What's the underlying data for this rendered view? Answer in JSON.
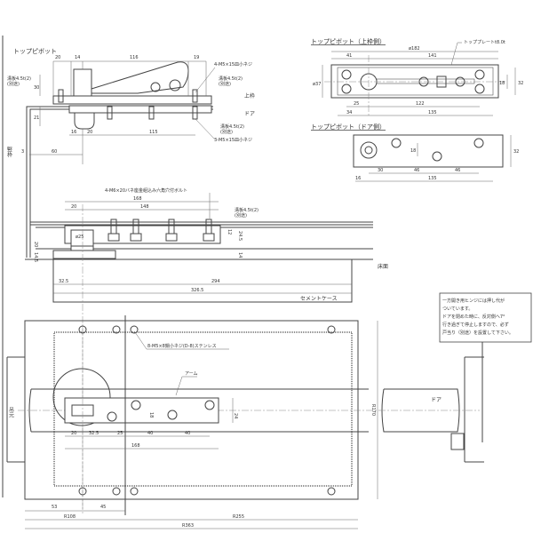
{
  "top_pivot": {
    "title": "トップピボット",
    "dims": {
      "d20": "20",
      "d14": "14",
      "d116": "116",
      "d19": "19",
      "d30": "30",
      "d21": "21",
      "d16": "16",
      "d20b": "20",
      "d115": "115",
      "d3": "3",
      "d60": "60"
    },
    "label_screw_top": "4-M5×15皿小ネジ",
    "label_shim": "溝板4.5t(2)",
    "label_shim_sub": "(別途)",
    "label_shim_left": "溝板4.5t(2)",
    "label_shim_left_sub": "(別途)",
    "label_upper_frame": "上枠",
    "label_door": "ドア",
    "label_shim_low": "溝板4.5t(2)",
    "label_shim_low_sub": "(別途)",
    "label_screw_bottom": "3-M5×15皿小ネジ",
    "label_jamb": "竪枠"
  },
  "top_pivot_frame_side": {
    "title": "トップピボット（上枠側）",
    "plate_label": "トッププレートt8.0t",
    "dims": {
      "d182": "ø182",
      "d41": "41",
      "d141": "141",
      "d37": "ø37",
      "d18": "18",
      "d32": "32",
      "d25": "25",
      "d122": "122",
      "d34": "34",
      "d135": "135"
    }
  },
  "top_pivot_door_side": {
    "title": "トップピボット（ドア側）",
    "dims": {
      "d30": "30",
      "d46a": "46",
      "d46b": "46",
      "d16": "16",
      "d135": "135",
      "d32": "32",
      "d18": "18"
    }
  },
  "section": {
    "bolt_label": "4-M6×20バネ座金組込み六角穴付ボルト",
    "shim_label": "溝板4.5t(2)",
    "shim_sub": "(別途)",
    "dims": {
      "d168": "168",
      "d20": "20",
      "d148": "148",
      "d25": "ø25",
      "d20v": "20",
      "d145": "14.5",
      "d12": "12",
      "d245": "24.5",
      "d14": "14",
      "d325": "32.5",
      "d294": "294",
      "d3265": "326.5"
    },
    "floor_label": "床面",
    "case_label": "セメントケース"
  },
  "plan": {
    "screw_label": "8-M5×8鍋小ネジ(D-8)ステンレス",
    "arm_label": "アーム",
    "door_label": "ドア",
    "hinge_side": "吊元",
    "dims": {
      "d20": "20",
      "d325": "32.5",
      "d25": "25",
      "d40a": "40",
      "d40b": "40",
      "d168": "168",
      "d18": "18",
      "d24": "24",
      "r170": "R170",
      "d53": "53",
      "d45": "45",
      "r108": "R108",
      "r255": "R255",
      "r363": "R363"
    }
  },
  "note": {
    "lines": [
      "一方開き用ヒンジには押し代が",
      "ついています。",
      "ドアを閉めた時に、反対側へ7°",
      "行き過ぎて停止しますので、必ず",
      "戸当り（別途）を設置して下さい。"
    ]
  }
}
